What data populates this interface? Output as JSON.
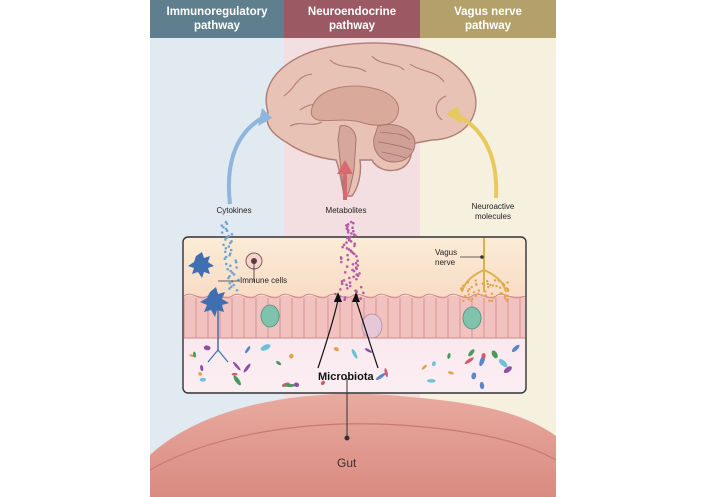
{
  "headers": [
    {
      "text": "Immunoregulatory\npathway",
      "color": "#5f7f8e"
    },
    {
      "text": "Neuroendocrine\npathway",
      "color": "#9b5a63"
    },
    {
      "text": "Vagus nerve\npathway",
      "color": "#b4a06a"
    }
  ],
  "labels": {
    "cytokines": "Cytokines",
    "metabolites": "Metabolites",
    "neuroactive": "Neuroactive\nmolecules",
    "immune_cells": "Immune cells",
    "vagus_nerve": "Vagus\nnerve",
    "microbiota": "Microbiota",
    "gut": "Gut"
  },
  "colors": {
    "immune_band": "#e1e9f1",
    "neuro_band": "#f3dfe2",
    "vagus_band": "#f6f0df",
    "blue_arrow": "#8eb6dc",
    "red_arrow": "#d66a70",
    "yellow_arrow": "#e8c95e",
    "brain": "#e8c2b5",
    "epithelium": "#f1c2c0",
    "lumen": "#f8e6ec",
    "gut_wall": "#e39e93"
  }
}
